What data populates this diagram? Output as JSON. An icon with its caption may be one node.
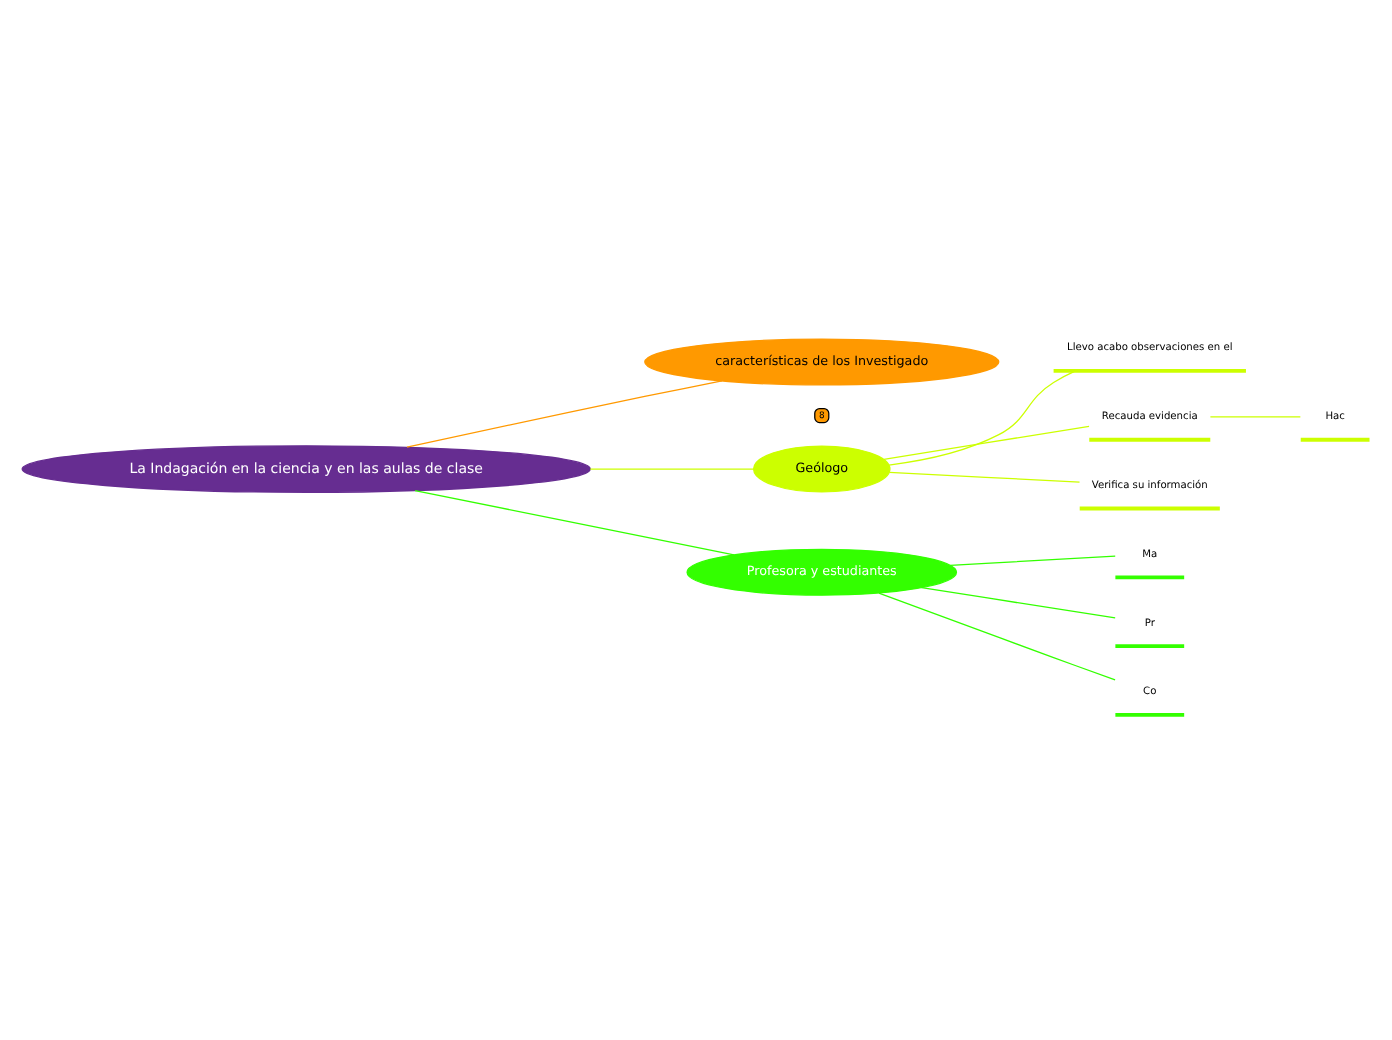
{
  "diagram": {
    "nodes": [
      {
        "text": [
          "La Indagación en la ciencia y en las aulas de clase"
        ]
      },
      {
        "text": [
          "características de los Investigado"
        ],
        "beside": [
          "8"
        ]
      },
      {
        "text": [
          "Geólogo"
        ]
      },
      {
        "text": [
          "Profesora y estudiantes"
        ]
      },
      {
        "text": [
          "Llevo acabo observaciones en el"
        ]
      },
      {
        "text": [
          "Recauda evidencia"
        ]
      },
      {
        "text": [
          "Verifica su información"
        ]
      },
      {
        "text": [
          "Hac"
        ]
      },
      {
        "text": [
          "Ma"
        ]
      },
      {
        "text": [
          "Pr"
        ]
      },
      {
        "text": [
          "Co"
        ]
      }
    ],
    "edges": [
      {
        "from": 0,
        "to": 1,
        "arrow": "none",
        "color": "#ff9900"
      },
      {
        "from": 0,
        "to": 2,
        "arrow": "none",
        "color": "#ccff00"
      },
      {
        "from": 0,
        "to": 3,
        "arrow": "none",
        "color": "#33ff00"
      },
      {
        "from": 2,
        "to": 4,
        "arrow": "none",
        "color": "#ccff00"
      },
      {
        "from": 2,
        "to": 5,
        "arrow": "none",
        "color": "#ccff00"
      },
      {
        "from": 2,
        "to": 6,
        "arrow": "none",
        "color": "#ccff00"
      },
      {
        "from": 5,
        "to": 7,
        "arrow": "none",
        "color": "#ccff00"
      },
      {
        "from": 3,
        "to": 8,
        "arrow": "none",
        "color": "#33ff00"
      },
      {
        "from": 3,
        "to": 9,
        "arrow": "none",
        "color": "#33ff00"
      },
      {
        "from": 3,
        "to": 10,
        "arrow": "none",
        "color": "#33ff00"
      }
    ]
  }
}
